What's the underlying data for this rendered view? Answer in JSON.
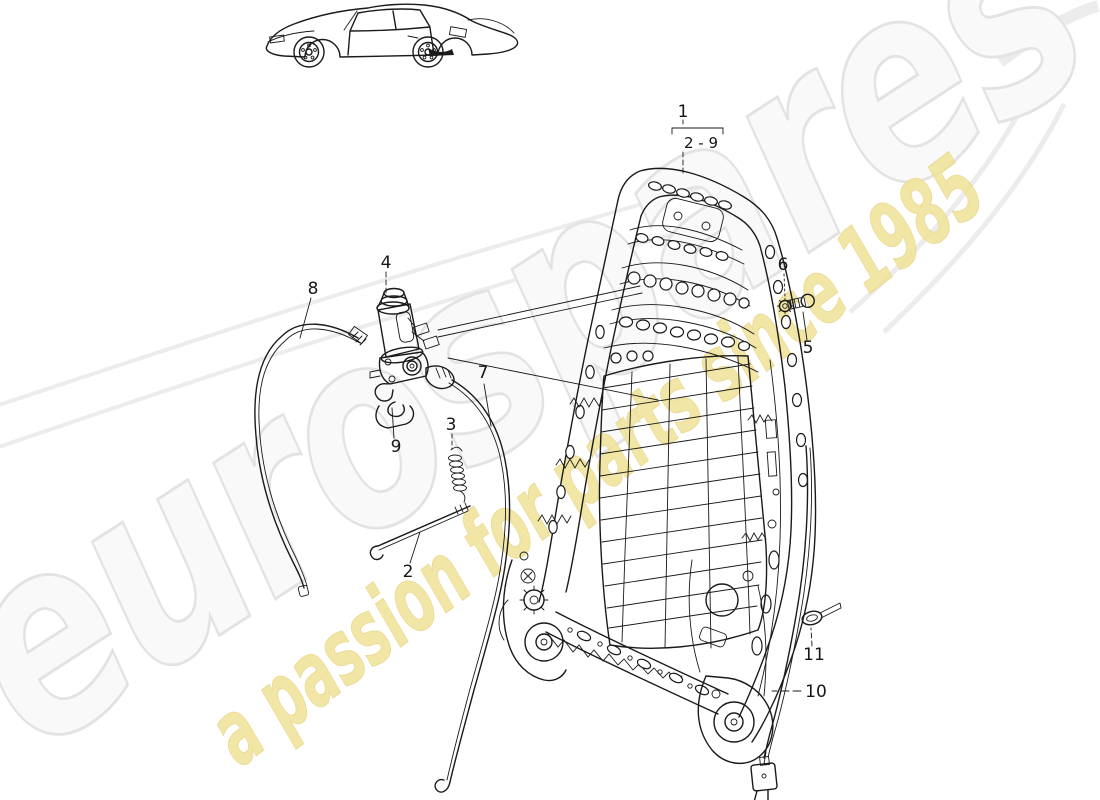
{
  "page": {
    "background_color": "#ffffff",
    "ink_color": "#1a1a1a"
  },
  "watermark": {
    "brand_text": "eurospares",
    "brand_fill": "#f9f9f9",
    "brand_stroke": "#e3e3e3",
    "tagline_text": "a passion for parts since 1985",
    "tagline_fill": "#f0e49c"
  },
  "vehicle": {
    "icon": "porsche-928-side-silhouette"
  },
  "callouts": {
    "n1": "1",
    "range_label": "2 - 9",
    "n2": "2",
    "n3": "3",
    "n4": "4",
    "n5": "5",
    "n6": "6",
    "n7": "7",
    "n8": "8",
    "n9": "9",
    "n10": "10",
    "n11": "11"
  }
}
